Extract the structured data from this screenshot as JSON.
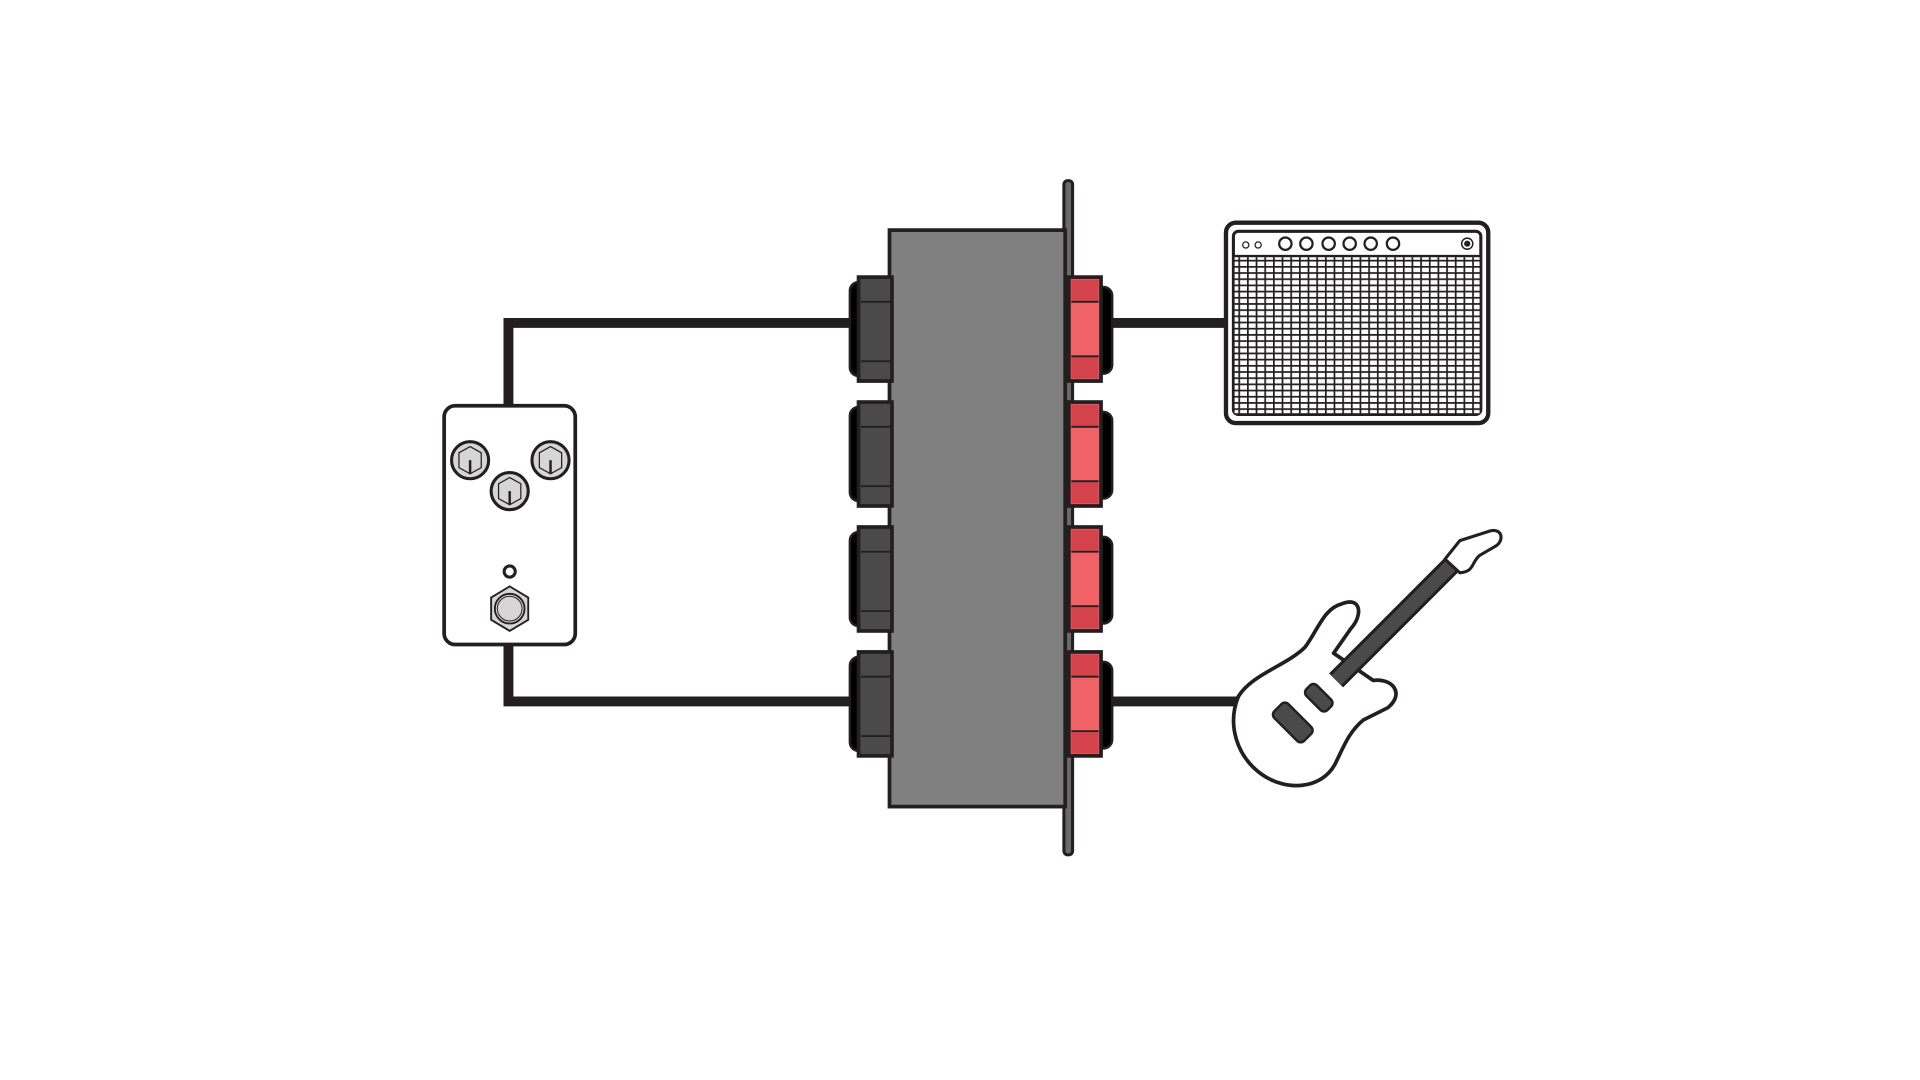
{
  "diagram": {
    "components": [
      "effects-pedal",
      "patchbay",
      "amplifier",
      "electric-guitar"
    ],
    "colors": {
      "background": "#ffffff",
      "outline": "#231f20",
      "patchbay_body": "#808080",
      "jack_dark": "#4a4a4a",
      "jack_red": "#f06266",
      "jack_red_band": "#d4434b",
      "knob": "#d6d6d6"
    }
  }
}
